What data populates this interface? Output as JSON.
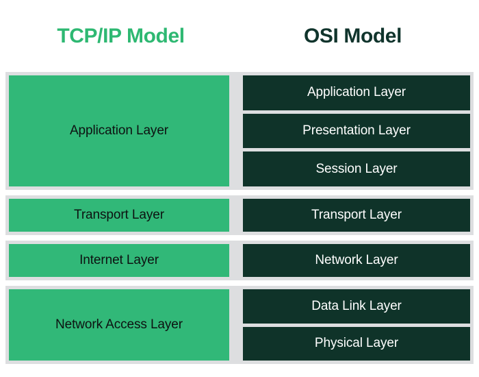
{
  "titles": {
    "left": "TCP/IP Model",
    "right": "OSI Model"
  },
  "colors": {
    "tcpip_title": "#2eb872",
    "osi_title": "#10342c",
    "green_box": "#31b878",
    "dark_box": "#0f3329",
    "band": "#dddee0",
    "background": "#ffffff",
    "green_box_text": "#0d1211",
    "dark_box_text": "#ffffff"
  },
  "rows": [
    {
      "tcpip": [
        "Application Layer"
      ],
      "osi": [
        "Application Layer",
        "Presentation Layer",
        "Session Layer"
      ]
    },
    {
      "tcpip": [
        "Transport Layer"
      ],
      "osi": [
        "Transport Layer"
      ]
    },
    {
      "tcpip": [
        "Internet Layer"
      ],
      "osi": [
        "Network Layer"
      ]
    },
    {
      "tcpip": [
        "Network Access Layer"
      ],
      "osi": [
        "Data Link Layer",
        "Physical Layer"
      ]
    }
  ]
}
